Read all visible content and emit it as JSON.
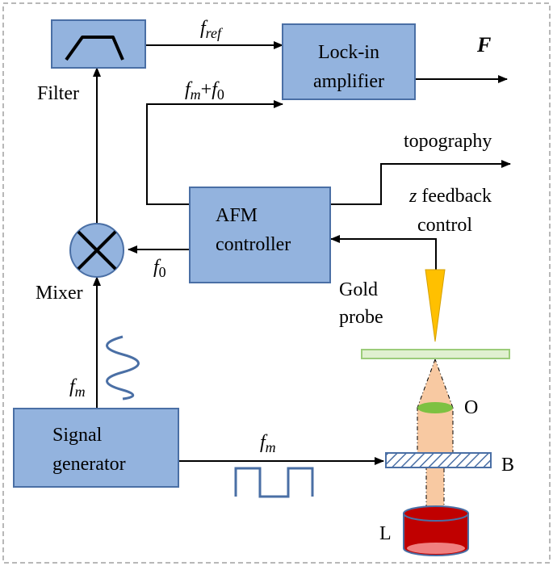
{
  "blocks": {
    "lockin_line1": "Lock-in",
    "lockin_line2": "amplifier",
    "afm_line1": "AFM",
    "afm_line2": "controller",
    "siggen_line1": "Signal",
    "siggen_line2": "generator"
  },
  "labels": {
    "filter": "Filter",
    "mixer": "Mixer",
    "gold_line1": "Gold",
    "gold_line2": "probe",
    "topography": "topography",
    "zfeedback_var": "z",
    "zfeedback_rest": " feedback",
    "zfeedback_line2": "control",
    "output": "F",
    "objective": "O",
    "beamsplitter": "B",
    "laser": "L"
  },
  "signals": {
    "fref_base": "f",
    "fref_sub": "ref",
    "fm_base": "f",
    "fm_sub": "m",
    "f0_base": "f",
    "f0_sub": "0",
    "plus": "+"
  },
  "colors": {
    "block_fill": "#93b3de",
    "block_stroke": "#4a6fa5",
    "waveform": "#4a6fa5",
    "probe": "#ffc000",
    "beam": "#f8c9a2",
    "lens": "#7dc142",
    "substrate": "#e0f0d0",
    "substrate_stroke": "#9ccc7a",
    "laser_body": "#c00000",
    "laser_top": "#f08080"
  }
}
